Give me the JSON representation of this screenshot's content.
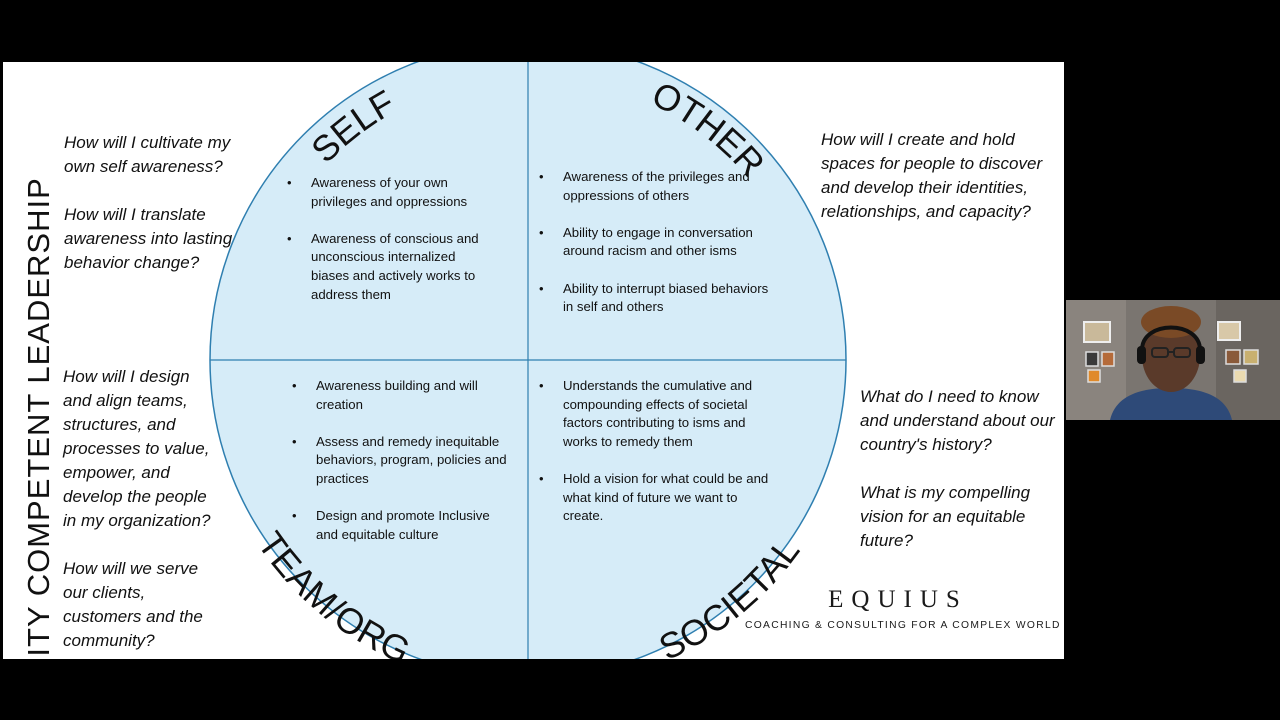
{
  "title": "EQUITY COMPETENT LEADERSHIP",
  "quadrants": {
    "self": {
      "label": "SELF",
      "bullets": [
        "Awareness of your own privileges and oppressions",
        "Awareness of conscious and unconscious internalized biases and actively works to address them"
      ]
    },
    "other": {
      "label": "OTHER",
      "bullets": [
        "Awareness of the privileges and oppressions of others",
        "Ability to engage in conversation around racism and other isms",
        "Ability to interrupt biased behaviors in self and others"
      ]
    },
    "team": {
      "label": "TEAM/ORG",
      "bullets": [
        "Awareness building and will creation",
        "Assess and remedy inequitable behaviors, program, policies and practices",
        "Design and promote Inclusive and equitable culture"
      ]
    },
    "societal": {
      "label": "SOCIETAL",
      "bullets": [
        "Understands the cumulative and compounding effects of societal factors contributing to isms and works to remedy them",
        "Hold a vision for what could be and what kind of future we want to create."
      ]
    }
  },
  "questions": {
    "self": [
      "How will I cultivate my own self awareness?",
      "How will I translate awareness into lasting behavior change?"
    ],
    "other": [
      "How will I create and hold spaces for people to discover and develop their identities, relationships, and capacity?"
    ],
    "team": [
      "How will I design and align teams, structures, and processes to value, empower, and develop the people in my organization?",
      "How will we serve our clients, customers and the community?"
    ],
    "societal": [
      "What do I need to know and understand about our country's history?",
      "What is my compelling vision for an equitable future?"
    ]
  },
  "logo": {
    "name": "EQUIUS",
    "tagline": "COACHING & CONSULTING FOR A COMPLEX WORLD"
  },
  "colors": {
    "circle_fill": "#d6ecf8",
    "circle_stroke": "#2f7fb0"
  }
}
